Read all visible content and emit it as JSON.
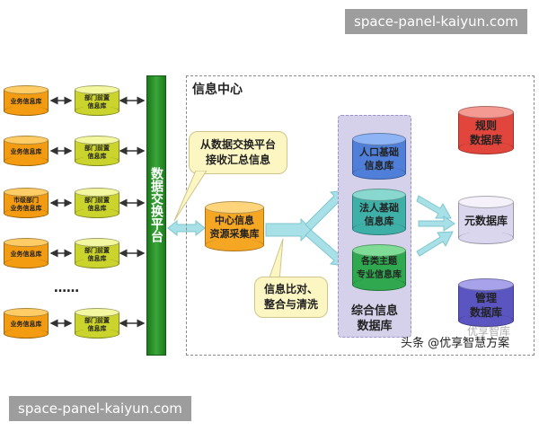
{
  "watermark_top": "space-panel-kaiyun.com",
  "watermark_bottom": "space-panel-kaiyun.com",
  "exchange_platform": "数据交换平台",
  "info_center_title": "信息中心",
  "left_rows": [
    {
      "source": "业务信息库",
      "front": "部门前置\n信息库"
    },
    {
      "source": "业务信息库",
      "front": "部门前置\n信息库"
    },
    {
      "source": "市级部门\n业务信息库",
      "front": "部门前置\n信息库"
    },
    {
      "source": "业务信息库",
      "front": "部门前置\n信息库"
    },
    {
      "source": "业务信息库",
      "front": "部门前置\n信息库"
    }
  ],
  "ellipsis": "……",
  "callout_collect": "从数据交换平台\n接收汇总信息",
  "callout_clean": "信息比对、\n整合与清洗",
  "center_db": "中心信息\n资源采集库",
  "integrated_dbs": [
    "人口基础\n信息库",
    "法人基础\n信息库",
    "各类主题\n专业信息库"
  ],
  "integrated_label": "综合信息\n数据库",
  "right_dbs": [
    "规则\n数据库",
    "元数据库",
    "管理\n数据库"
  ],
  "credit": "头条 @优享智慧方案",
  "credit_faint": "优享智库",
  "colors": {
    "orange": "#f39c12",
    "yellow_green": "#cbd42c",
    "exchange_green": "#2e8b2e",
    "arrow_cyan": "#a7e0e6",
    "blue_db": "#4f7fd9",
    "teal_db": "#3fb0a8",
    "green_db": "#2fa84f",
    "red_db": "#e2453c",
    "purple_db": "#5b55c2"
  }
}
